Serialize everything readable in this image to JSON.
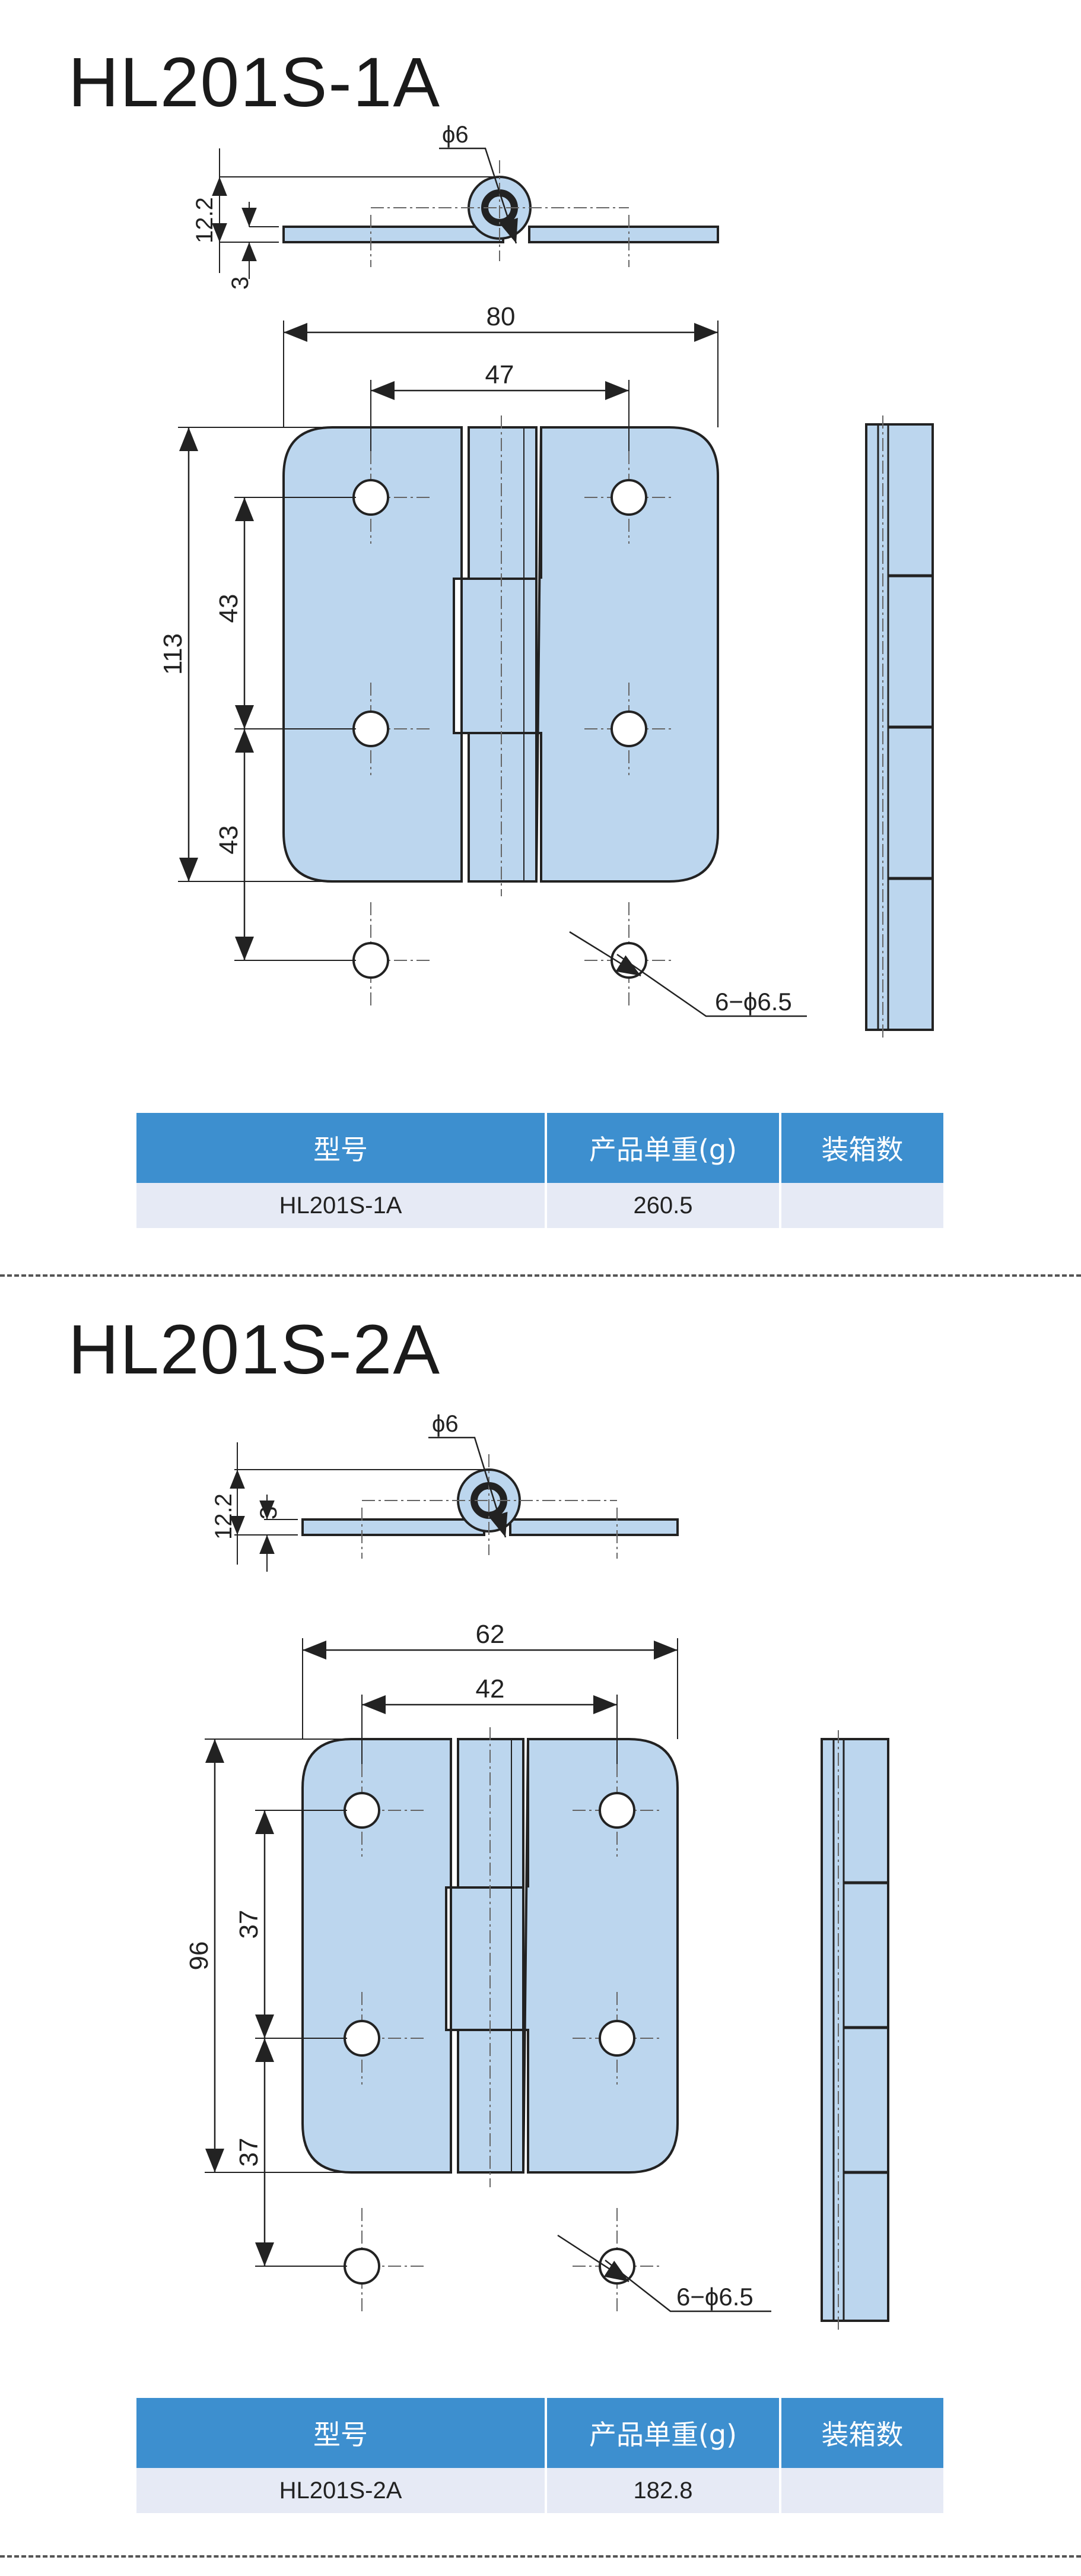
{
  "sections": [
    {
      "title": "HL201S-1A",
      "dims": {
        "pin_diameter": "ϕ6",
        "knuckle_height": "12.2",
        "plate_thickness": "3",
        "width": "80",
        "hole_spacing_h": "47",
        "height": "113",
        "hole_spacing_v1": "43",
        "hole_spacing_v2": "43",
        "holes": "6−ϕ6.5"
      },
      "table": {
        "headers": [
          "型号",
          "产品单重(g)",
          "装箱数"
        ],
        "row": [
          "HL201S-1A",
          "260.5",
          ""
        ]
      }
    },
    {
      "title": "HL201S-2A",
      "dims": {
        "pin_diameter": "ϕ6",
        "knuckle_height": "12.2",
        "plate_thickness": "3",
        "width": "62",
        "hole_spacing_h": "42",
        "height": "96",
        "hole_spacing_v1": "37",
        "hole_spacing_v2": "37",
        "holes": "6−ϕ6.5"
      },
      "table": {
        "headers": [
          "型号",
          "产品单重(g)",
          "装箱数"
        ],
        "row": [
          "HL201S-2A",
          "182.8",
          ""
        ]
      }
    }
  ],
  "colors": {
    "part_fill": "#bcd6ee",
    "line": "#222222",
    "center_line": "#666666",
    "header_bg": "#3d8fcf",
    "row_bg": "#e6eaf5"
  }
}
